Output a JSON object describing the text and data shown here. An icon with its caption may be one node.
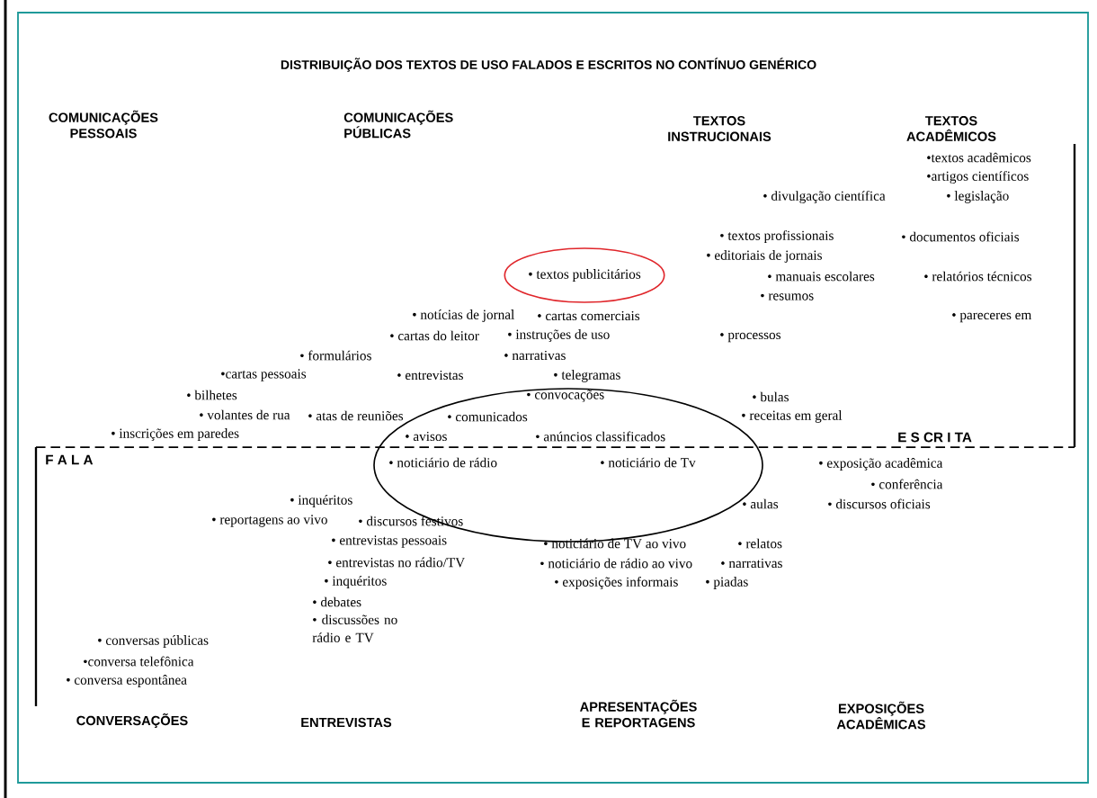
{
  "diagram": {
    "title": "DISTRIBUIÇÃO DOS TEXTOS DE USO FALADOS E ESCRITOS NO CONTÍNUO GENÉRICO",
    "nodes": [
      {
        "text": [
          "• textos publicitários"
        ]
      },
      {
        "text": [],
        "shape": "ellipse"
      }
    ],
    "labels": [
      "COMUNICAÇÕES PESSOAIS",
      "COMUNICAÇÕES PÚBLICAS",
      "TEXTOS INSTRUCIONAIS",
      "TEXTOS ACADÊMICOS",
      "•textos acadêmicos",
      "•artigos científicos",
      "• divulgação científica",
      "• legislação",
      "• textos profissionais",
      "• documentos oficiais",
      "• editoriais de jornais",
      "• manuais escolares",
      "• relatórios técnicos",
      "• resumos",
      "• notícias de jornal",
      "• cartas comerciais",
      "• pareceres em",
      "• cartas do leitor",
      "• instruções de uso",
      "• processos",
      "• formulários",
      "• narrativas",
      "•cartas pessoais",
      "• entrevistas",
      "• telegramas",
      "• bilhetes",
      "• convocações",
      "• bulas",
      "• volantes de rua",
      "• atas de reuniões",
      "• comunicados",
      "• receitas em geral",
      "• inscrições em paredes",
      "• avisos",
      "• anúncios classificados",
      "E S CR I TA",
      "F A L A",
      "• noticiário de rádio",
      "• noticiário de Tv",
      "• exposição acadêmica",
      "• conferência",
      "• inquéritos",
      "• aulas",
      "• discursos oficiais",
      "• reportagens  ao vivo",
      "• discursos festivos",
      "• entrevistas pessoais",
      "• noticiário de TV ao vivo",
      "• relatos",
      "• entrevistas no rádio/TV",
      "• noticiário de rádio ao vivo",
      "• narrativas",
      "• inquéritos",
      "• exposições informais",
      "• piadas",
      "• debates",
      "• discussões no rádio e TV",
      "• conversas públicas",
      "•conversa telefônica",
      "• conversa espontânea",
      "CONVERSAÇÕES",
      "ENTREVISTAS",
      "APRESENTAÇÕES E REPORTAGENS",
      "EXPOSIÇÕES ACADÊMICAS"
    ]
  }
}
